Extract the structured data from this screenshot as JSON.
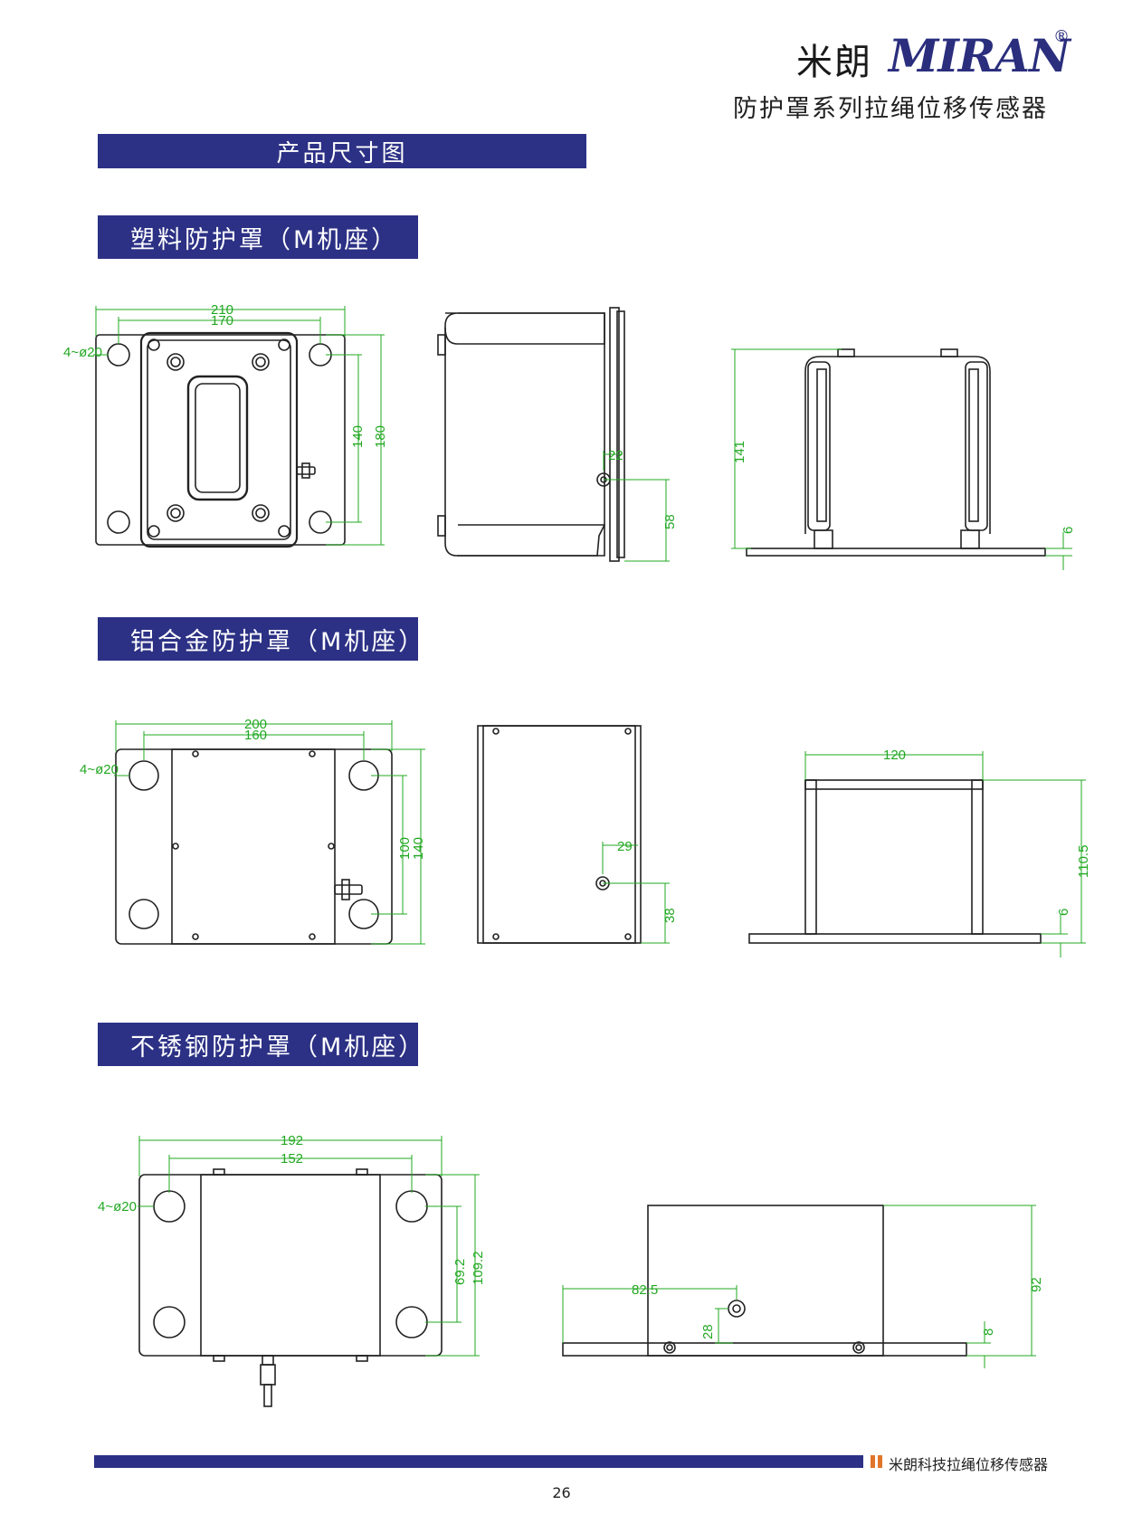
{
  "header": {
    "brand_cn": "米朗",
    "brand_logo": "MIRAN",
    "registered": "®",
    "subtitle": "防护罩系列拉绳位移传感器"
  },
  "main_title": "产品尺寸图",
  "sections": [
    {
      "title": "塑料防护罩（M机座）",
      "dims": {
        "w_outer": "210",
        "w_inner": "170",
        "holes": "4~ø20",
        "h_inner": "140",
        "h_outer": "180",
        "hole_x": "22",
        "hole_y": "58",
        "height": "141",
        "plate": "6"
      }
    },
    {
      "title": "铝合金防护罩（M机座）",
      "dims": {
        "w_outer": "200",
        "w_inner": "160",
        "holes": "4~ø20",
        "h_inner": "100",
        "h_outer": "140",
        "hole_x": "29",
        "hole_y": "38",
        "width": "120",
        "height": "110.5",
        "plate": "6"
      }
    },
    {
      "title": "不锈钢防护罩（M机座）",
      "dims": {
        "w_outer": "192",
        "w_inner": "152",
        "holes": "4~ø20",
        "h_inner": "69.2",
        "h_outer": "109.2",
        "offset": "82.5",
        "hole_y": "28",
        "height": "92",
        "plate": "8"
      }
    }
  ],
  "footer": {
    "text": "米朗科技拉绳位移传感器",
    "page": "26"
  }
}
